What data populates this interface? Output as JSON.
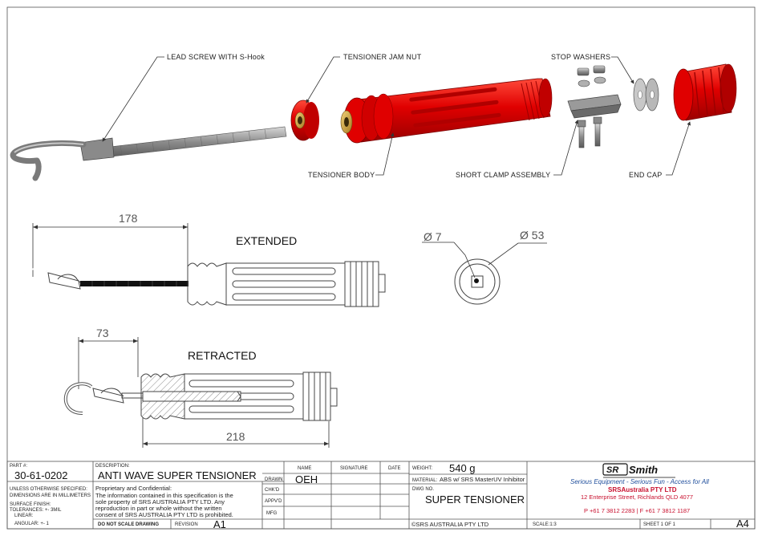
{
  "callouts": {
    "lead_screw": "LEAD SCREW WITH S-Hook",
    "jam_nut": "TENSIONER JAM NUT",
    "stop_washers": "STOP WASHERS",
    "tensioner_body": "TENSIONER BODY",
    "short_clamp": "SHORT CLAMP ASSEMBLY",
    "end_cap": "END CAP"
  },
  "views": {
    "extended": "EXTENDED",
    "retracted": "RETRACTED"
  },
  "dimensions": {
    "extended_length": "178",
    "retracted_length": "73",
    "retracted_total": "218",
    "dia_small": "Ø 7",
    "dia_large": "Ø 53"
  },
  "title_block": {
    "part_label": "PART #:",
    "part_number": "30-61-0202",
    "desc_label": "DESCRIPTION:",
    "description": "ANTI WAVE SUPER TENSIONER",
    "unless1": "UNLESS OTHERWISE SPECIFIED:",
    "unless2": "DIMENSIONS ARE IN MILLIMETERS",
    "surface": "SURFACE FINISH:",
    "tol": "TOLERANCES: +- 3MIL",
    "linear": "LINEAR:",
    "angular": "ANGULAR: +- 1",
    "prop1": "Proprietary and Confidential:",
    "prop2": "The information contained in this specification is the",
    "prop3": "sole property of SRS AUSTRALIA PTY LTD.  Any",
    "prop4": "reproduction in part or whole without the written",
    "prop5": "consent of SRS AUSTRALIA PTY LTD is prohibited.",
    "do_not_scale": "DO NOT SCALE DRAWING",
    "revision_label": "REVISION",
    "revision": "A1",
    "drawn": "DRAWN",
    "chkd": "CHK'D",
    "appvd": "APPV'D",
    "mfg": "MFG",
    "name_h": "NAME",
    "signature_h": "SIGNATURE",
    "date_h": "DATE",
    "drawn_by": "OEH",
    "weight_label": "WEIGHT:",
    "weight": "540 g",
    "material_label": "MATERIAL:",
    "material": "ABS w/ SRS MasterUV Inhibitor",
    "dwg_label": "DWG NO.",
    "dwg_title": "SUPER TENSIONER",
    "copyright": "©SRS AUSTRALIA PTY LTD",
    "scale": "SCALE:1:3",
    "sheet": "SHEET 1 OF 1",
    "size": "A4"
  },
  "company": {
    "logo_sr": "SR",
    "logo_smith": "Smith",
    "tagline": "Serious Equipment - Serious Fun -  Access for All",
    "name": "SRSAustralia PTY LTD",
    "address": "12 Enterprise Street, Richlands QLD 4077",
    "phone": "P +61 7 3812 2283 | F +61 7 3812 1187"
  },
  "colors": {
    "part_red": "#e00000",
    "company_red": "#c8102e",
    "tagline_blue": "#1f4e9c"
  }
}
